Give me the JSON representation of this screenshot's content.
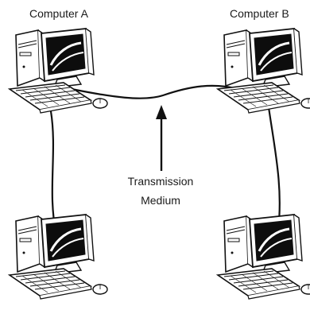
{
  "labels": {
    "computer_a": "Computer A",
    "computer_b": "Computer B",
    "medium_line1": "Transmission",
    "medium_line2": "Medium"
  },
  "colors": {
    "stroke": "#111111",
    "screen": "#0d0d0d",
    "background": "#ffffff"
  },
  "icons": {
    "computer": "desktop-computer-icon",
    "arrow": "arrow-up-icon"
  }
}
